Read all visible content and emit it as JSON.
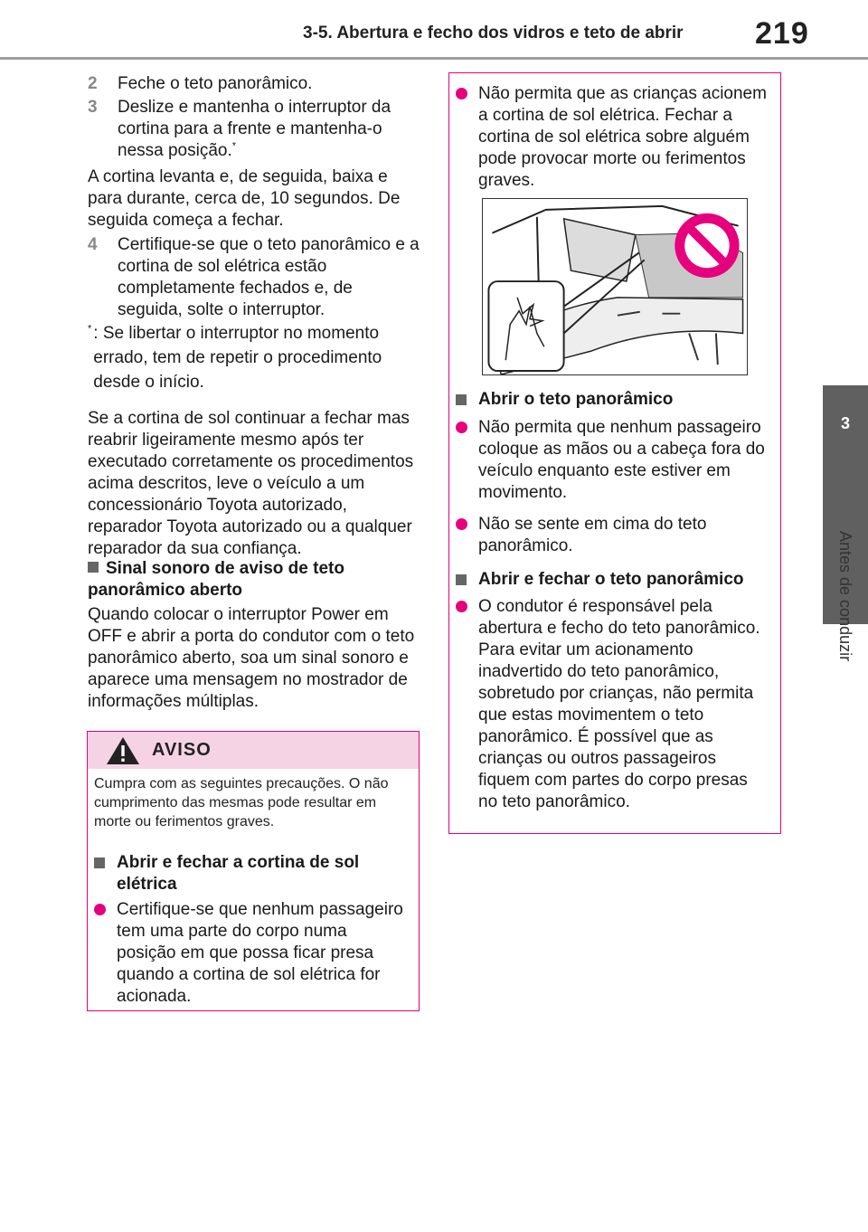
{
  "header": {
    "section_title": "3-5. Abertura e fecho dos vidros e teto de abrir",
    "page_number": "219"
  },
  "side_tab": {
    "chapter_number": "3",
    "chapter_label": "Antes de conduzir"
  },
  "left_column": {
    "steps": [
      {
        "number": "2",
        "text": "Feche o teto panorâmico."
      },
      {
        "number": "3",
        "text": "Deslize e mantenha o interruptor da cortina para a frente e mantenha-o nessa posição."
      }
    ],
    "step3_footnote_mark": "*",
    "para1": "A cortina levanta e, de seguida, baixa e para durante, cerca de, 10 segundos. De seguida começa a fechar.",
    "step4": {
      "number": "4",
      "text": "Certifique-se que o teto panorâmico e a cortina de sol elétrica estão completamente fechados e, de seguida, solte o interruptor."
    },
    "footnote": {
      "mark": "*",
      "text": ": Se libertar o interruptor no momento errado, tem de repetir o procedimento desde o início."
    },
    "para2": "Se a cortina de sol continuar a fechar mas reabrir ligeiramente mesmo após ter executado corretamente os procedimentos acima descritos, leve o veículo a um concessionário Toyota autorizado, reparador Toyota autorizado ou a qualquer reparador da sua confiança.",
    "heading1": "Sinal sonoro de aviso de teto panorâmico aberto",
    "para3": "Quando colocar o interruptor Power em OFF e abrir a porta do condutor com o teto panorâmico aberto, soa um sinal sonoro e aparece uma mensagem no mostrador de informações múltiplas."
  },
  "warning": {
    "title": "AVISO",
    "intro": "Cumpra com as seguintes precauções. O não cumprimento das mesmas pode resultar em morte ou ferimentos graves.",
    "heading": "Abrir e fechar a cortina de sol elétrica",
    "bullet": "Certifique-se que nenhum passageiro tem uma parte do corpo numa posição em que possa ficar presa quando a cortina de sol elétrica for acionada."
  },
  "right_column": {
    "bullet1": "Não permita que as crianças acionem a cortina de sol elétrica. Fechar a cortina de sol elétrica sobre alguém pode provocar morte ou ferimentos graves.",
    "heading1": "Abrir o teto panorâmico",
    "bullet2": "Não permita que nenhum passageiro coloque as mãos ou a cabeça fora do veículo enquanto este estiver em movimento.",
    "bullet3": "Não se sente em cima do teto panorâmico.",
    "heading2": "Abrir e fechar o teto panorâmico",
    "bullet4": "O condutor é responsável pela abertura e fecho do teto panorâmico. Para evitar um acionamento inadvertido do teto panorâmico, sobretudo por crianças, não permita que estas movimentem o teto panorâmico. É possível que as crianças ou outros passageiros fiquem com partes do corpo presas no teto panorâmico."
  },
  "colors": {
    "accent": "#e6007e",
    "warning_header_bg": "#f5d3e4",
    "tab_gray": "#606060"
  },
  "icons": [
    "warning-triangle-icon",
    "prohibited-icon"
  ]
}
